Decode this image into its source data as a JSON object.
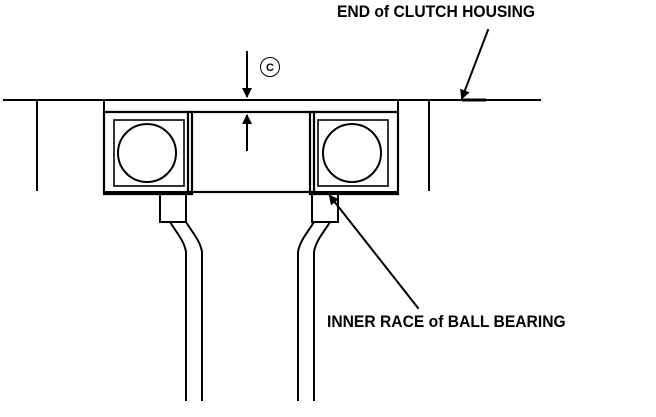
{
  "labels": {
    "housing_end": "END of CLUTCH HOUSING",
    "inner_race": "INNER RACE of BALL BEARING",
    "dimension": "C"
  }
}
